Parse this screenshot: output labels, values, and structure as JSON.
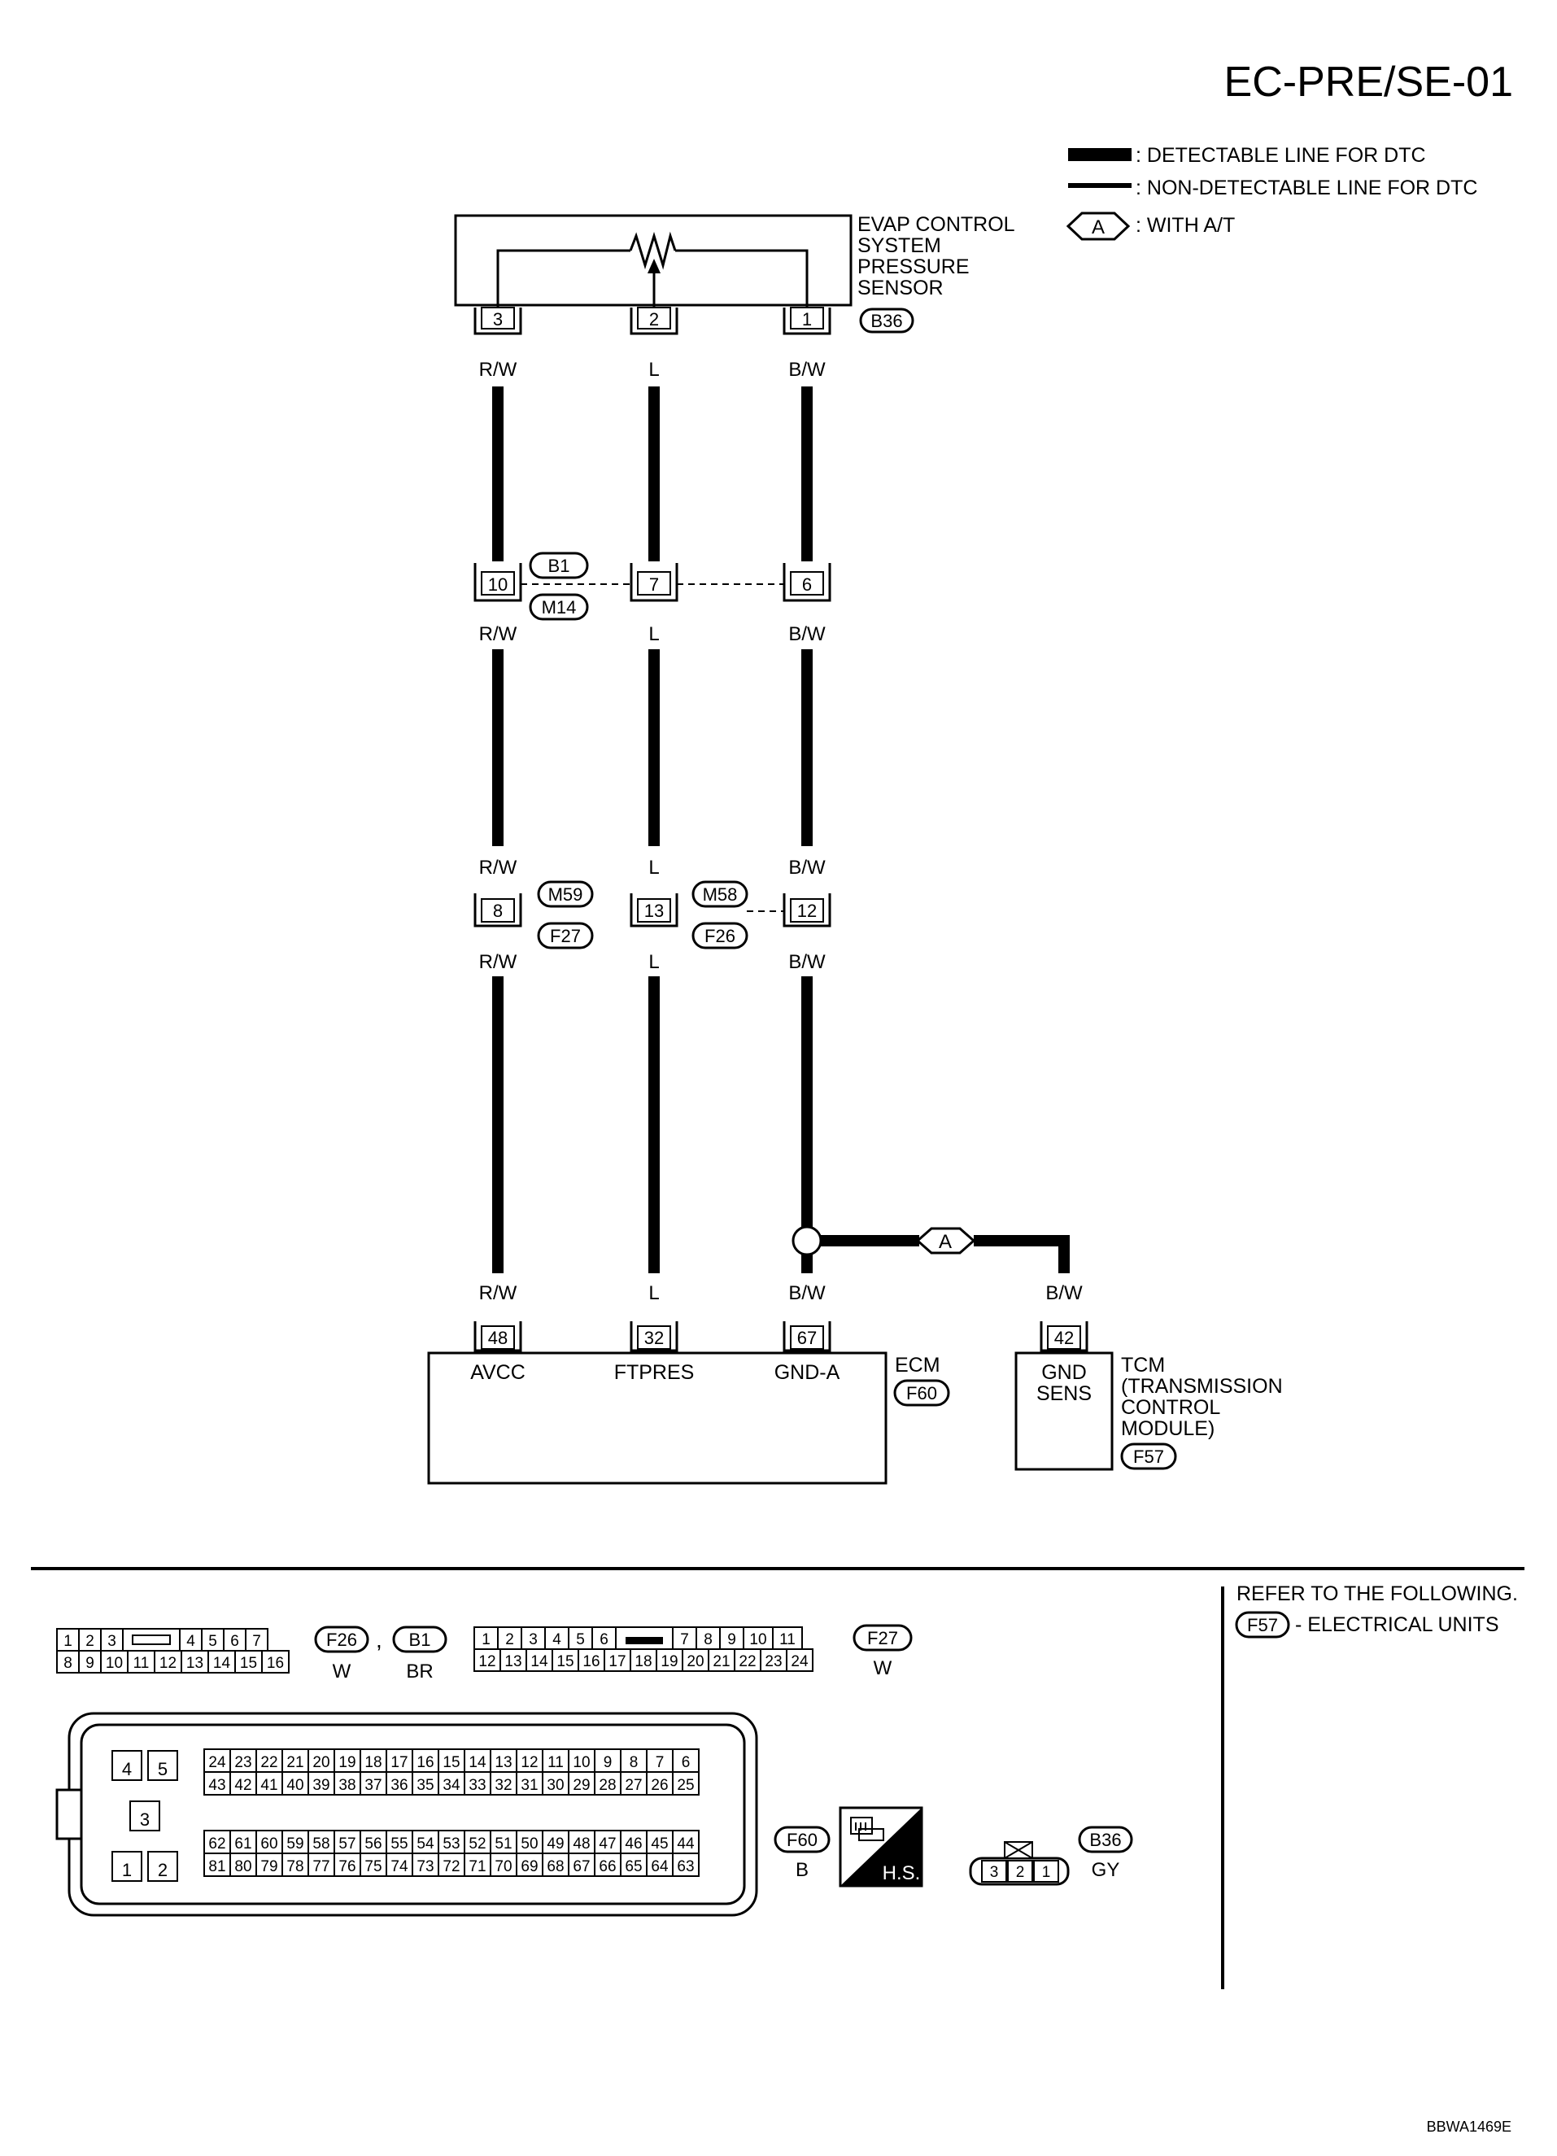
{
  "page_code": "EC-PRE/SE-01",
  "legend": {
    "detectable": ": DETECTABLE LINE FOR DTC",
    "non_detectable": ": NON-DETECTABLE LINE FOR DTC",
    "badge": "A",
    "with_at": ": WITH A/T"
  },
  "sensor": {
    "lines": [
      "EVAP CONTROL",
      "SYSTEM",
      "PRESSURE",
      "SENSOR"
    ],
    "connector": "B36",
    "pins": [
      "3",
      "2",
      "1"
    ]
  },
  "wire_colors": {
    "left": "R/W",
    "mid": "L",
    "right": "B/W"
  },
  "junction1": {
    "pins": [
      "10",
      "7",
      "6"
    ],
    "conn_top": "B1",
    "conn_bottom": "M14"
  },
  "junction2": {
    "pins": [
      "8",
      "13",
      "12"
    ],
    "conn_a": "M59",
    "conn_b": "F27",
    "conn_c": "M58",
    "conn_d": "F26"
  },
  "splice_badge": "A",
  "ecm": {
    "pins": [
      "48",
      "32",
      "67"
    ],
    "signals": [
      "AVCC",
      "FTPRES",
      "GND-A"
    ],
    "name": "ECM",
    "connector": "F60"
  },
  "tcm": {
    "pin": "42",
    "signal_lines": [
      "GND",
      "SENS"
    ],
    "name_lines": [
      "TCM",
      "(TRANSMISSION",
      "CONTROL",
      "MODULE)"
    ],
    "connector": "F57"
  },
  "refer": {
    "title": "REFER TO THE FOLLOWING.",
    "item_conn": "F57",
    "item_text": "- ELECTRICAL UNITS"
  },
  "connectors_bottom": {
    "f26": {
      "top": [
        "1",
        "2",
        "3",
        "",
        "4",
        "5",
        "6",
        "7"
      ],
      "bottom": [
        "8",
        "9",
        "10",
        "11",
        "12",
        "13",
        "14",
        "15",
        "16"
      ],
      "id1": "F26",
      "sep": ",",
      "id2": "B1",
      "color1": "W",
      "color2": "BR"
    },
    "f27": {
      "top": [
        "1",
        "2",
        "3",
        "4",
        "5",
        "6",
        "",
        "7",
        "8",
        "9",
        "10",
        "11"
      ],
      "bottom": [
        "12",
        "13",
        "14",
        "15",
        "16",
        "17",
        "18",
        "19",
        "20",
        "21",
        "22",
        "23",
        "24"
      ],
      "id": "F27",
      "color": "W"
    },
    "f60": {
      "left_top": [
        "4",
        "5"
      ],
      "left_mid": "3",
      "left_bottom": [
        "1",
        "2"
      ],
      "row1": [
        "24",
        "23",
        "22",
        "21",
        "20",
        "19",
        "18",
        "17",
        "16",
        "15",
        "14",
        "13",
        "12",
        "11",
        "10",
        "9",
        "8",
        "7",
        "6"
      ],
      "row2": [
        "43",
        "42",
        "41",
        "40",
        "39",
        "38",
        "37",
        "36",
        "35",
        "34",
        "33",
        "32",
        "31",
        "30",
        "29",
        "28",
        "27",
        "26",
        "25"
      ],
      "row3": [
        "62",
        "61",
        "60",
        "59",
        "58",
        "57",
        "56",
        "55",
        "54",
        "53",
        "52",
        "51",
        "50",
        "49",
        "48",
        "47",
        "46",
        "45",
        "44"
      ],
      "row4": [
        "81",
        "80",
        "79",
        "78",
        "77",
        "76",
        "75",
        "74",
        "73",
        "72",
        "71",
        "70",
        "69",
        "68",
        "67",
        "66",
        "65",
        "64",
        "63"
      ],
      "id": "F60",
      "color": "B",
      "hs": "H.S."
    },
    "b36": {
      "pins": [
        "3",
        "2",
        "1"
      ],
      "id": "B36",
      "color": "GY"
    }
  },
  "figure_code": "BBWA1469E"
}
